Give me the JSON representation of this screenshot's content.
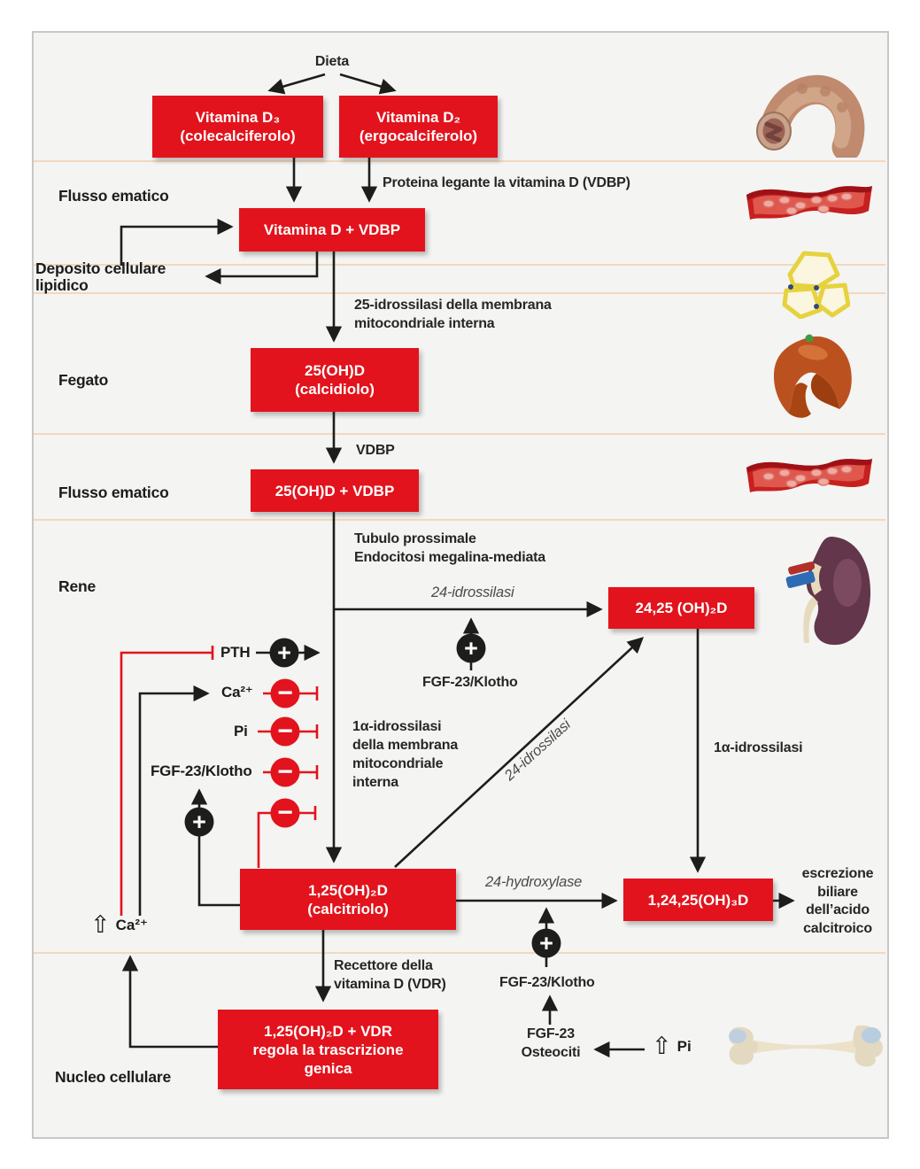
{
  "colors": {
    "box_red": "#e2131c",
    "line_black": "#1d1d1b",
    "inhibit_red": "#e2131c",
    "divider": "#f2d8bd",
    "panel_background": "#f4f4f2",
    "italic_label": "#4b4b4d"
  },
  "top": {
    "dieta": "Dieta",
    "d3_l1": "Vitamina D₃",
    "d3_l2": "(colecalciferolo)",
    "d2_l1": "Vitamina D₂",
    "d2_l2": "(ergocalciferolo)",
    "proteina": "Proteina legante la vitamina D (VDBP)",
    "vd_vdbp": "Vitamina D + VDBP"
  },
  "sections": {
    "flusso1": "Flusso ematico",
    "deposito_l1": "Deposito cellulare",
    "deposito_l2": "lipidico",
    "fegato": "Fegato",
    "flusso2": "Flusso ematico",
    "rene": "Rene",
    "nucleo": "Nucleo cellulare"
  },
  "liver_stage": {
    "idro25_l1": "25-idrossilasi della membrana",
    "idro25_l2": "mitocondriale interna",
    "box25_l1": "25(OH)D",
    "box25_l2": "(calcidiolo)",
    "vdbp": "VDBP",
    "box25vdbp": "25(OH)D + VDBP"
  },
  "kidney_stage": {
    "tubulo_l1": "Tubulo prossimale",
    "tubulo_l2": "Endocitosi megalina-mediata",
    "i24_top": "24-idrossilasi",
    "fgf_top": "FGF-23/Klotho",
    "box2425": "24,25 (OH)₂D",
    "alfa_l1": "1α-idrossilasi",
    "alfa_l2": "della membrana",
    "alfa_l3": "mitocondriale",
    "alfa_l4": "interna",
    "i24_diag": "24-idrossilasi",
    "alfa_right": "1α-idrossilasi",
    "box125_l1": "1,25(OH)₂D",
    "box125_l2": "(calcitriolo)",
    "hydroxylase": "24-hydroxylase",
    "box12425": "1,24,25(OH)₃D",
    "escr_l1": "escrezione",
    "escr_l2": "biliare",
    "escr_l3": "dell’acido",
    "escr_l4": "calcitroico",
    "fgf_low": "FGF-23/Klotho"
  },
  "regulators": {
    "pth": "PTH",
    "ca": "Ca²⁺",
    "pi": "Pi",
    "fgf": "FGF-23/Klotho",
    "plus": "+",
    "minus": "−"
  },
  "bottom": {
    "recet_l1": "Recettore della",
    "recet_l2": "vitamina D (VDR)",
    "vdr_l1": "1,25(OH)₂D + VDR",
    "vdr_l2": "regola la trascrizione",
    "vdr_l3": "genica",
    "fgf23": "FGF-23",
    "osteociti": "Osteociti",
    "pi": "Pi",
    "ca": "Ca²⁺",
    "up": "⇧"
  },
  "icons": {
    "intestine": "intestine-illustration",
    "blood_vessel": "blood-vessel-illustration",
    "fat_cells": "fat-cells-illustration",
    "liver": "liver-illustration",
    "kidney": "kidney-illustration",
    "bone": "bone-illustration"
  }
}
